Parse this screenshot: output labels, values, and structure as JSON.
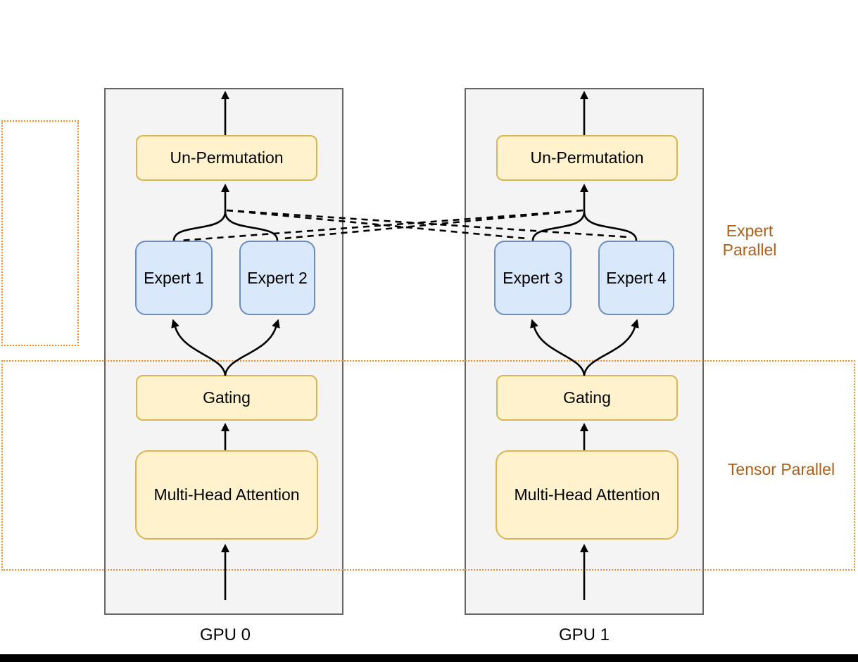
{
  "diagram": {
    "type": "moe-parallelism-diagram",
    "bands": [
      {
        "label": "Expert Parallel"
      },
      {
        "label": "Tensor Parallel"
      }
    ],
    "gpus": [
      {
        "label": "GPU 0",
        "unpermutation": "Un-Permutation",
        "experts": [
          "Expert 1",
          "Expert 2"
        ],
        "gating": "Gating",
        "attention": "Multi-Head Attention"
      },
      {
        "label": "GPU 1",
        "unpermutation": "Un-Permutation",
        "experts": [
          "Expert 3",
          "Expert 4"
        ],
        "gating": "Gating",
        "attention": "Multi-Head Attention"
      }
    ],
    "colors": {
      "yellow_block_fill": "#fff2cc",
      "yellow_block_border": "#d6b656",
      "blue_block_fill": "#dae8fc",
      "blue_block_border": "#6c8ebf",
      "gpu_box_fill": "#f4f4f4",
      "gpu_box_border": "#666666",
      "band_dotted_orange": "#ff8a1e",
      "band_label_brown": "#a9611b",
      "connector_black": "#000000"
    }
  }
}
